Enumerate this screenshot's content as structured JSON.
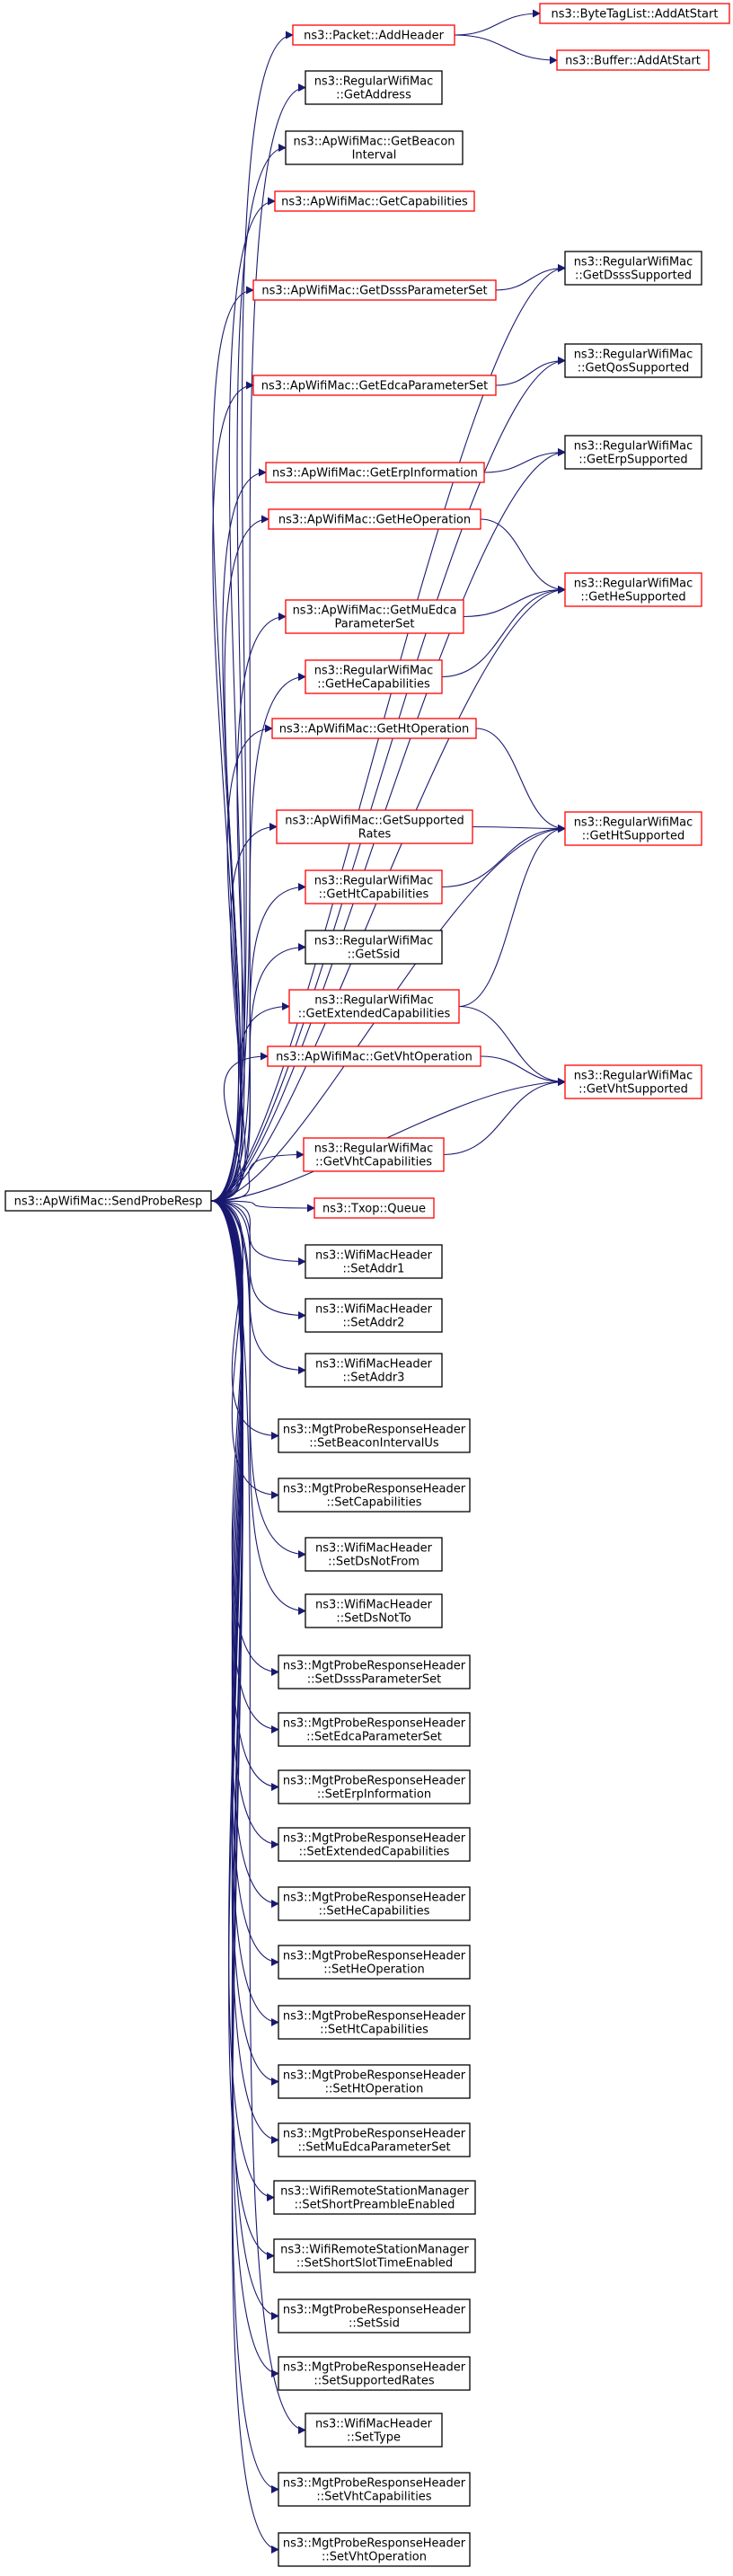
{
  "graph": {
    "root": "n_root",
    "colors": {
      "edge": "#191970",
      "node_border": "#000000",
      "linked_border": "#ff0000",
      "root_fill": "#bfbfbf",
      "background": "#ffffff"
    },
    "nodes": [
      {
        "id": "n_root",
        "lines": [
          "ns3::ApWifiMac::SendProbeResp"
        ],
        "style": "root"
      },
      {
        "id": "n_add_header",
        "lines": [
          "ns3::Packet::AddHeader"
        ],
        "style": "linked"
      },
      {
        "id": "n_btl_add",
        "lines": [
          "ns3::ByteTagList::AddAtStart"
        ],
        "style": "linked"
      },
      {
        "id": "n_buf_add",
        "lines": [
          "ns3::Buffer::AddAtStart"
        ],
        "style": "linked"
      },
      {
        "id": "n_get_address",
        "lines": [
          "ns3::RegularWifiMac",
          "::GetAddress"
        ],
        "style": "plain"
      },
      {
        "id": "n_get_beacon",
        "lines": [
          "ns3::ApWifiMac::GetBeacon",
          "Interval"
        ],
        "style": "plain"
      },
      {
        "id": "n_get_caps",
        "lines": [
          "ns3::ApWifiMac::GetCapabilities"
        ],
        "style": "linked"
      },
      {
        "id": "n_get_dsss_ps",
        "lines": [
          "ns3::ApWifiMac::GetDsssParameterSet"
        ],
        "style": "linked"
      },
      {
        "id": "n_dsss_sup",
        "lines": [
          "ns3::RegularWifiMac",
          "::GetDsssSupported"
        ],
        "style": "plain"
      },
      {
        "id": "n_get_edca_ps",
        "lines": [
          "ns3::ApWifiMac::GetEdcaParameterSet"
        ],
        "style": "linked"
      },
      {
        "id": "n_qos_sup",
        "lines": [
          "ns3::RegularWifiMac",
          "::GetQosSupported"
        ],
        "style": "plain"
      },
      {
        "id": "n_get_erp",
        "lines": [
          "ns3::ApWifiMac::GetErpInformation"
        ],
        "style": "linked"
      },
      {
        "id": "n_erp_sup",
        "lines": [
          "ns3::RegularWifiMac",
          "::GetErpSupported"
        ],
        "style": "plain"
      },
      {
        "id": "n_get_he_op",
        "lines": [
          "ns3::ApWifiMac::GetHeOperation"
        ],
        "style": "linked"
      },
      {
        "id": "n_he_sup",
        "lines": [
          "ns3::RegularWifiMac",
          "::GetHeSupported"
        ],
        "style": "linked"
      },
      {
        "id": "n_get_mu_edca",
        "lines": [
          "ns3::ApWifiMac::GetMuEdca",
          "ParameterSet"
        ],
        "style": "linked"
      },
      {
        "id": "n_get_he_caps",
        "lines": [
          "ns3::RegularWifiMac",
          "::GetHeCapabilities"
        ],
        "style": "linked"
      },
      {
        "id": "n_get_ht_op",
        "lines": [
          "ns3::ApWifiMac::GetHtOperation"
        ],
        "style": "linked"
      },
      {
        "id": "n_ht_sup",
        "lines": [
          "ns3::RegularWifiMac",
          "::GetHtSupported"
        ],
        "style": "linked"
      },
      {
        "id": "n_get_sup_rates",
        "lines": [
          "ns3::ApWifiMac::GetSupported",
          "Rates"
        ],
        "style": "linked"
      },
      {
        "id": "n_get_ht_caps",
        "lines": [
          "ns3::RegularWifiMac",
          "::GetHtCapabilities"
        ],
        "style": "linked"
      },
      {
        "id": "n_get_ssid",
        "lines": [
          "ns3::RegularWifiMac",
          "::GetSsid"
        ],
        "style": "plain"
      },
      {
        "id": "n_get_ext_caps",
        "lines": [
          "ns3::RegularWifiMac",
          "::GetExtendedCapabilities"
        ],
        "style": "linked"
      },
      {
        "id": "n_get_vht_op",
        "lines": [
          "ns3::ApWifiMac::GetVhtOperation"
        ],
        "style": "linked"
      },
      {
        "id": "n_vht_sup",
        "lines": [
          "ns3::RegularWifiMac",
          "::GetVhtSupported"
        ],
        "style": "linked"
      },
      {
        "id": "n_get_vht_caps",
        "lines": [
          "ns3::RegularWifiMac",
          "::GetVhtCapabilities"
        ],
        "style": "linked"
      },
      {
        "id": "n_txop_queue",
        "lines": [
          "ns3::Txop::Queue"
        ],
        "style": "linked"
      },
      {
        "id": "n_set_addr1",
        "lines": [
          "ns3::WifiMacHeader",
          "::SetAddr1"
        ],
        "style": "plain"
      },
      {
        "id": "n_set_addr2",
        "lines": [
          "ns3::WifiMacHeader",
          "::SetAddr2"
        ],
        "style": "plain"
      },
      {
        "id": "n_set_addr3",
        "lines": [
          "ns3::WifiMacHeader",
          "::SetAddr3"
        ],
        "style": "plain"
      },
      {
        "id": "n_set_beacon",
        "lines": [
          "ns3::MgtProbeResponseHeader",
          "::SetBeaconIntervalUs"
        ],
        "style": "plain"
      },
      {
        "id": "n_set_caps",
        "lines": [
          "ns3::MgtProbeResponseHeader",
          "::SetCapabilities"
        ],
        "style": "plain"
      },
      {
        "id": "n_set_ds_not_from",
        "lines": [
          "ns3::WifiMacHeader",
          "::SetDsNotFrom"
        ],
        "style": "plain"
      },
      {
        "id": "n_set_ds_not_to",
        "lines": [
          "ns3::WifiMacHeader",
          "::SetDsNotTo"
        ],
        "style": "plain"
      },
      {
        "id": "n_set_dsss",
        "lines": [
          "ns3::MgtProbeResponseHeader",
          "::SetDsssParameterSet"
        ],
        "style": "plain"
      },
      {
        "id": "n_set_edca",
        "lines": [
          "ns3::MgtProbeResponseHeader",
          "::SetEdcaParameterSet"
        ],
        "style": "plain"
      },
      {
        "id": "n_set_erp",
        "lines": [
          "ns3::MgtProbeResponseHeader",
          "::SetErpInformation"
        ],
        "style": "plain"
      },
      {
        "id": "n_set_ext_caps",
        "lines": [
          "ns3::MgtProbeResponseHeader",
          "::SetExtendedCapabilities"
        ],
        "style": "plain"
      },
      {
        "id": "n_set_he_caps",
        "lines": [
          "ns3::MgtProbeResponseHeader",
          "::SetHeCapabilities"
        ],
        "style": "plain"
      },
      {
        "id": "n_set_he_op",
        "lines": [
          "ns3::MgtProbeResponseHeader",
          "::SetHeOperation"
        ],
        "style": "plain"
      },
      {
        "id": "n_set_ht_caps",
        "lines": [
          "ns3::MgtProbeResponseHeader",
          "::SetHtCapabilities"
        ],
        "style": "plain"
      },
      {
        "id": "n_set_ht_op",
        "lines": [
          "ns3::MgtProbeResponseHeader",
          "::SetHtOperation"
        ],
        "style": "plain"
      },
      {
        "id": "n_set_mu_edca",
        "lines": [
          "ns3::MgtProbeResponseHeader",
          "::SetMuEdcaParameterSet"
        ],
        "style": "plain"
      },
      {
        "id": "n_set_short_preamble",
        "lines": [
          "ns3::WifiRemoteStationManager",
          "::SetShortPreambleEnabled"
        ],
        "style": "plain"
      },
      {
        "id": "n_set_short_slot",
        "lines": [
          "ns3::WifiRemoteStationManager",
          "::SetShortSlotTimeEnabled"
        ],
        "style": "plain"
      },
      {
        "id": "n_set_ssid",
        "lines": [
          "ns3::MgtProbeResponseHeader",
          "::SetSsid"
        ],
        "style": "plain"
      },
      {
        "id": "n_set_sup_rates",
        "lines": [
          "ns3::MgtProbeResponseHeader",
          "::SetSupportedRates"
        ],
        "style": "plain"
      },
      {
        "id": "n_set_type",
        "lines": [
          "ns3::WifiMacHeader",
          "::SetType"
        ],
        "style": "plain"
      },
      {
        "id": "n_set_vht_caps",
        "lines": [
          "ns3::MgtProbeResponseHeader",
          "::SetVhtCapabilities"
        ],
        "style": "plain"
      },
      {
        "id": "n_set_vht_op",
        "lines": [
          "ns3::MgtProbeResponseHeader",
          "::SetVhtOperation"
        ],
        "style": "plain"
      }
    ],
    "edges": [
      [
        "n_root",
        "n_add_header"
      ],
      [
        "n_add_header",
        "n_btl_add"
      ],
      [
        "n_add_header",
        "n_buf_add"
      ],
      [
        "n_root",
        "n_get_address"
      ],
      [
        "n_root",
        "n_get_beacon"
      ],
      [
        "n_root",
        "n_get_caps"
      ],
      [
        "n_root",
        "n_get_dsss_ps"
      ],
      [
        "n_get_dsss_ps",
        "n_dsss_sup"
      ],
      [
        "n_root",
        "n_dsss_sup"
      ],
      [
        "n_root",
        "n_get_edca_ps"
      ],
      [
        "n_get_edca_ps",
        "n_qos_sup"
      ],
      [
        "n_root",
        "n_qos_sup"
      ],
      [
        "n_root",
        "n_get_erp"
      ],
      [
        "n_get_erp",
        "n_erp_sup"
      ],
      [
        "n_root",
        "n_erp_sup"
      ],
      [
        "n_root",
        "n_get_he_op"
      ],
      [
        "n_get_he_op",
        "n_he_sup"
      ],
      [
        "n_root",
        "n_get_mu_edca"
      ],
      [
        "n_get_mu_edca",
        "n_he_sup"
      ],
      [
        "n_root",
        "n_get_he_caps"
      ],
      [
        "n_get_he_caps",
        "n_he_sup"
      ],
      [
        "n_root",
        "n_he_sup"
      ],
      [
        "n_root",
        "n_get_ht_op"
      ],
      [
        "n_get_ht_op",
        "n_ht_sup"
      ],
      [
        "n_root",
        "n_ht_sup"
      ],
      [
        "n_root",
        "n_get_sup_rates"
      ],
      [
        "n_get_sup_rates",
        "n_ht_sup"
      ],
      [
        "n_root",
        "n_get_ht_caps"
      ],
      [
        "n_get_ht_caps",
        "n_ht_sup"
      ],
      [
        "n_root",
        "n_get_ssid"
      ],
      [
        "n_root",
        "n_get_ext_caps"
      ],
      [
        "n_get_ext_caps",
        "n_ht_sup"
      ],
      [
        "n_get_ext_caps",
        "n_vht_sup"
      ],
      [
        "n_root",
        "n_get_vht_op"
      ],
      [
        "n_get_vht_op",
        "n_vht_sup"
      ],
      [
        "n_root",
        "n_vht_sup"
      ],
      [
        "n_root",
        "n_get_vht_caps"
      ],
      [
        "n_get_vht_caps",
        "n_vht_sup"
      ],
      [
        "n_root",
        "n_txop_queue"
      ],
      [
        "n_root",
        "n_set_addr1"
      ],
      [
        "n_root",
        "n_set_addr2"
      ],
      [
        "n_root",
        "n_set_addr3"
      ],
      [
        "n_root",
        "n_set_beacon"
      ],
      [
        "n_root",
        "n_set_caps"
      ],
      [
        "n_root",
        "n_set_ds_not_from"
      ],
      [
        "n_root",
        "n_set_ds_not_to"
      ],
      [
        "n_root",
        "n_set_dsss"
      ],
      [
        "n_root",
        "n_set_edca"
      ],
      [
        "n_root",
        "n_set_erp"
      ],
      [
        "n_root",
        "n_set_ext_caps"
      ],
      [
        "n_root",
        "n_set_he_caps"
      ],
      [
        "n_root",
        "n_set_he_op"
      ],
      [
        "n_root",
        "n_set_ht_caps"
      ],
      [
        "n_root",
        "n_set_ht_op"
      ],
      [
        "n_root",
        "n_set_mu_edca"
      ],
      [
        "n_root",
        "n_set_short_preamble"
      ],
      [
        "n_root",
        "n_set_short_slot"
      ],
      [
        "n_root",
        "n_set_ssid"
      ],
      [
        "n_root",
        "n_set_sup_rates"
      ],
      [
        "n_root",
        "n_set_type"
      ],
      [
        "n_root",
        "n_set_vht_caps"
      ],
      [
        "n_root",
        "n_set_vht_op"
      ]
    ]
  }
}
